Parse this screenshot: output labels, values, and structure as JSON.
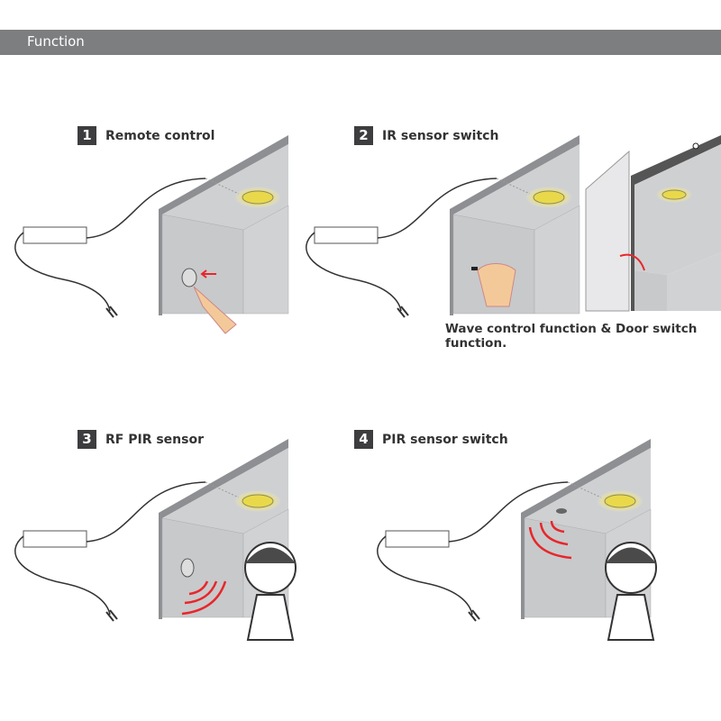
{
  "header": {
    "title": "Function"
  },
  "functions": [
    {
      "number": "1",
      "label": "Remote control"
    },
    {
      "number": "2",
      "label": "IR sensor switch"
    },
    {
      "number": "3",
      "label": "RF PIR sensor"
    },
    {
      "number": "4",
      "label": "PIR sensor switch"
    }
  ],
  "caption": "Wave control function & Door switch function.",
  "colors": {
    "header": "#7d7e80",
    "badge": "#3d3d3f",
    "signal": "#e8262b",
    "light": "#f0e04a"
  }
}
